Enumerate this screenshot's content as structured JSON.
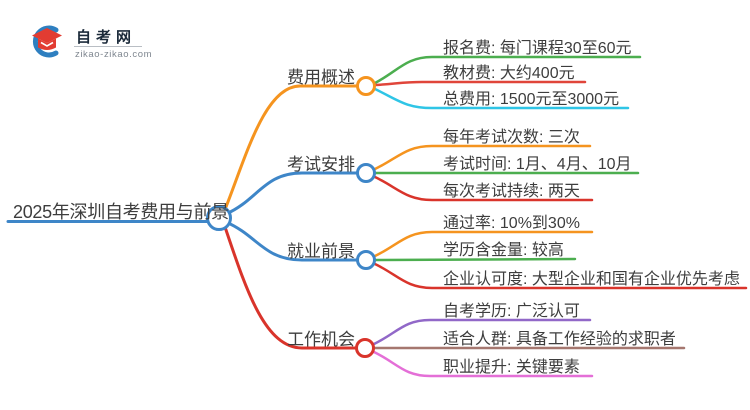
{
  "logo": {
    "site_name": "自考网",
    "site_url": "zikao-zikao.com"
  },
  "root": {
    "label": "2025年深圳自考费用与前景",
    "color": "#3e86c8"
  },
  "branches": [
    {
      "label": "费用概述",
      "color": "#f5941f",
      "children": [
        {
          "label": "报名费: 每门课程30至60元",
          "color": "#4cae4f"
        },
        {
          "label": "教材费: 大约400元",
          "color": "#e0453a"
        },
        {
          "label": "总费用: 1500元至3000元",
          "color": "#2fc5e6"
        }
      ]
    },
    {
      "label": "考试安排",
      "color": "#3e86c8",
      "children": [
        {
          "label": "每年考试次数: 三次",
          "color": "#f5941f"
        },
        {
          "label": "考试时间: 1月、4月、10月",
          "color": "#4cae4f"
        },
        {
          "label": "每次考试持续: 两天",
          "color": "#d9342b"
        }
      ]
    },
    {
      "label": "就业前景",
      "color": "#3e86c8",
      "children": [
        {
          "label": "通过率: 10%到30%",
          "color": "#f5941f"
        },
        {
          "label": "学历含金量: 较高",
          "color": "#4cae4f"
        },
        {
          "label": "企业认可度: 大型企业和国有企业优先考虑",
          "color": "#d9342b"
        }
      ]
    },
    {
      "label": "工作机会",
      "color": "#d9342b",
      "children": [
        {
          "label": "自考学历: 广泛认可",
          "color": "#9168c8"
        },
        {
          "label": "适合人群: 具备工作经验的求职者",
          "color": "#a5776f"
        },
        {
          "label": "职业提升: 关键要素",
          "color": "#e46fd7"
        }
      ]
    }
  ],
  "palette": {
    "text": "#3d3d3d",
    "logo_text": "#1b2a3a",
    "logo_arc_blue": "#2e7fc0",
    "logo_cap_red": "#e23c32"
  }
}
